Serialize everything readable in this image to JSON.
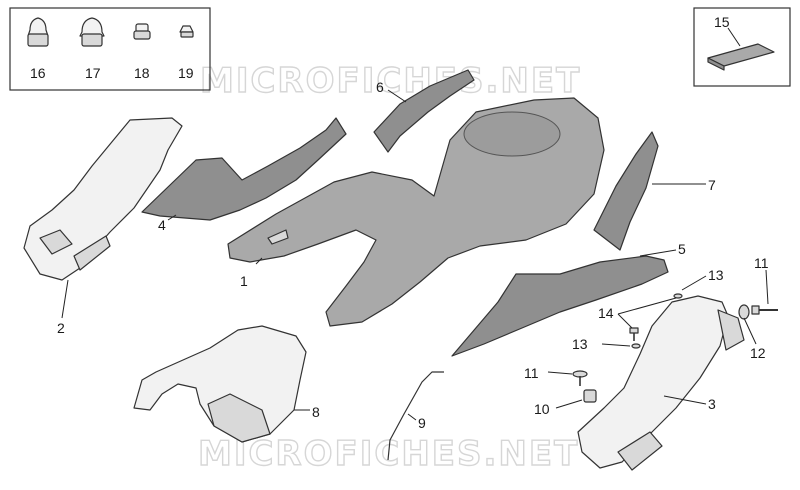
{
  "watermark": "MICROFICHES.NET",
  "callouts": {
    "c1": "1",
    "c2": "2",
    "c3": "3",
    "c4": "4",
    "c5": "5",
    "c6": "6",
    "c7": "7",
    "c8": "8",
    "c9": "9",
    "c10": "10",
    "c11a": "11",
    "c11b": "11",
    "c12": "12",
    "c13a": "13",
    "c13b": "13",
    "c14": "14",
    "c15": "15",
    "c16": "16",
    "c17": "17",
    "c18": "18",
    "c19": "19"
  }
}
